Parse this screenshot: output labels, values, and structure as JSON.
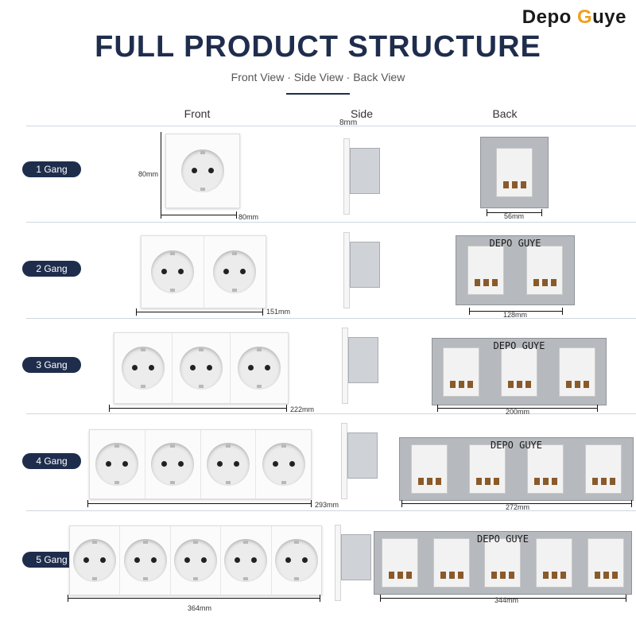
{
  "brand": {
    "part1": "Depo ",
    "accent_letter": "G",
    "part2": "uye"
  },
  "title": "FULL PRODUCT STRUCTURE",
  "subtitle": "Front View · Side View · Back View",
  "columns": {
    "front": "Front",
    "side": "Side",
    "back": "Back"
  },
  "side_thickness": "8mm",
  "height_label": "80mm",
  "back_label": "DEPO GUYE",
  "rows": [
    {
      "badge": "1 Gang",
      "front_width": "80mm",
      "back_width": "56mm",
      "gangs": 1
    },
    {
      "badge": "2 Gang",
      "front_width": "151mm",
      "back_width": "128mm",
      "gangs": 2
    },
    {
      "badge": "3 Gang",
      "front_width": "222mm",
      "back_width": "200mm",
      "gangs": 3
    },
    {
      "badge": "4 Gang",
      "front_width": "293mm",
      "back_width": "272mm",
      "gangs": 4
    },
    {
      "badge": "5 Gang",
      "front_width": "364mm",
      "back_width": "344mm",
      "gangs": 5
    }
  ],
  "colors": {
    "navy": "#1f2d4d",
    "accent": "#f0a020"
  }
}
